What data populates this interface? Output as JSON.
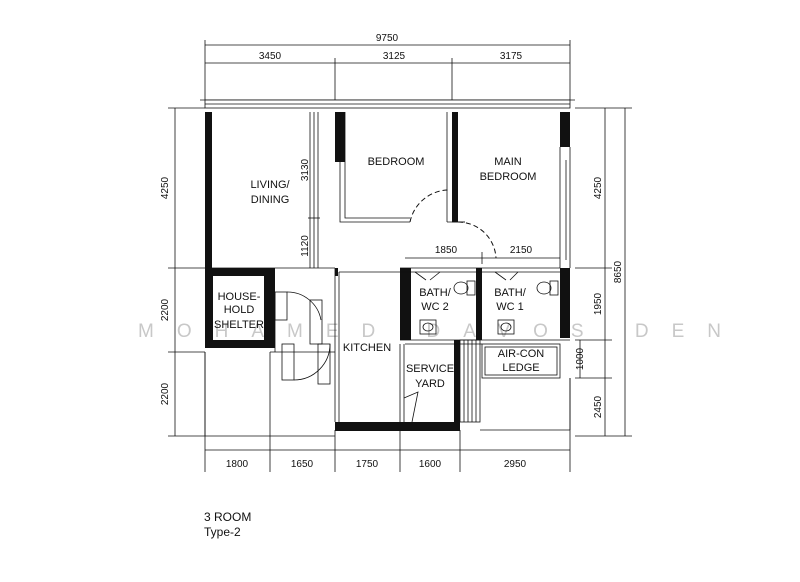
{
  "dimensions": {
    "overall_width": "9750",
    "top_segments": [
      "3450",
      "3125",
      "3175"
    ],
    "left_segments": [
      "4250",
      "2200",
      "2200"
    ],
    "right_segments": [
      "4250",
      "1950",
      "1000",
      "2450"
    ],
    "right_overall": "8650",
    "bottom_segments": [
      "1800",
      "1650",
      "1750",
      "1600",
      "2950"
    ],
    "internal": {
      "living_upper": "3130",
      "living_lower": "1120",
      "bath2_width": "1850",
      "bath1_width": "2150"
    }
  },
  "rooms": {
    "living_dining": [
      "LIVING/",
      "DINING"
    ],
    "bedroom": "BEDROOM",
    "main_bedroom": [
      "MAIN",
      "BEDROOM"
    ],
    "household_shelter": [
      "HOUSE-",
      "HOLD",
      "SHELTER"
    ],
    "bath_wc2": [
      "BATH/",
      "WC 2"
    ],
    "bath_wc1": [
      "BATH/",
      "WC 1"
    ],
    "kitchen": "KITCHEN",
    "service_yard": [
      "SERVICE",
      "YARD"
    ],
    "aircon_ledge": [
      "AIR-CON",
      "LEDGE"
    ]
  },
  "watermark": "MOHAMED DAVOS DEN",
  "caption": {
    "line1": "3 ROOM",
    "line2": "Type-2"
  }
}
